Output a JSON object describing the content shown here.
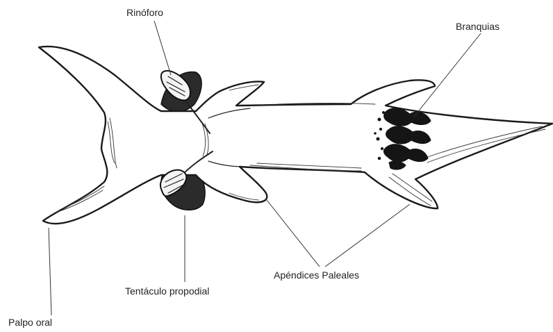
{
  "labels": {
    "rinoforo": "Rinóforo",
    "branquias": "Branquias",
    "apendices": "Apéndices Paleales",
    "tentaculo": "Tentáculo propodial",
    "palpo": "Palpo oral"
  }
}
